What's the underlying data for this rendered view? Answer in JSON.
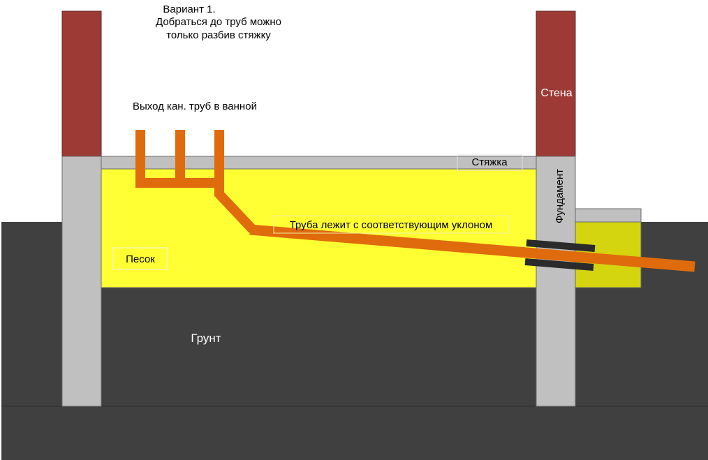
{
  "colors": {
    "background": "#ffffff",
    "ground": "#404040",
    "wall": "#9e3a36",
    "foundation": "#c0c0c0",
    "screed": "#c0c0c0",
    "sand_inside": "#ffff33",
    "sand_outside": "#d4d40f",
    "pipe": "#e06b0c",
    "sleeve": "#2b2b2b"
  },
  "labels": {
    "variant_line1": "Вариант 1.",
    "variant_line2": "Добраться до труб можно",
    "variant_line3": "только разбив стяжку",
    "pipe_outlet": "Выход кан. труб в ванной",
    "wall": "Стена",
    "screed": "Стяжка",
    "foundation": "Фундамент",
    "pipe_slope": "Труба лежит с соответствующим уклоном",
    "sand": "Песок",
    "ground": "Грунт"
  }
}
